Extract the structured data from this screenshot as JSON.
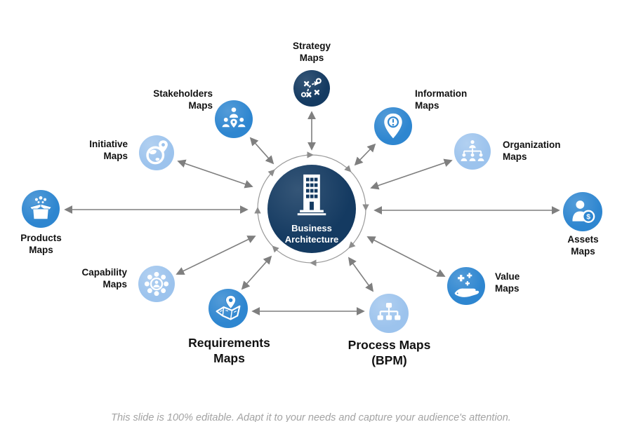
{
  "palette": {
    "navy": "#143a61",
    "medium_blue": "#2e86d0",
    "light_blue": "#9cc3ed",
    "arrow_gray": "#7f7f7f",
    "ring_gray": "#9a9a9a",
    "label_color": "#111111",
    "note_gray": "#a3a3a3",
    "background": "#ffffff"
  },
  "center": {
    "label": "Business\nArchitecture",
    "icon": "building-icon"
  },
  "nodes": [
    {
      "id": "strategy",
      "label": "Strategy\nMaps",
      "icon": "strategy-play-icon",
      "color": "navy"
    },
    {
      "id": "stakeholders",
      "label": "Stakeholders\nMaps",
      "icon": "people-pin-icon",
      "color": "medium_blue"
    },
    {
      "id": "initiative",
      "label": "Initiative\nMaps",
      "icon": "globe-pin-icon",
      "color": "light_blue"
    },
    {
      "id": "products",
      "label": "Products\nMaps",
      "icon": "open-box-icon",
      "color": "medium_blue"
    },
    {
      "id": "capability",
      "label": "Capability\nMaps",
      "icon": "person-network-icon",
      "color": "light_blue"
    },
    {
      "id": "requirements",
      "label": "Requirements\nMaps",
      "icon": "map-pin-icon",
      "color": "medium_blue"
    },
    {
      "id": "process",
      "label": "Process Maps\n(BPM)",
      "icon": "hierarchy-icon",
      "color": "light_blue"
    },
    {
      "id": "value",
      "label": "Value\nMaps",
      "icon": "hand-plus-icon",
      "color": "medium_blue"
    },
    {
      "id": "assets",
      "label": "Assets\nMaps",
      "icon": "person-dollar-icon",
      "color": "medium_blue"
    },
    {
      "id": "organization",
      "label": "Organization\nMaps",
      "icon": "org-chart-people-icon",
      "color": "light_blue"
    },
    {
      "id": "information",
      "label": "Information\nMaps",
      "icon": "info-pin-icon",
      "color": "medium_blue"
    }
  ],
  "icons": {
    "dollar_sign": "$"
  },
  "footer": {
    "note": "This slide is 100% editable. Adapt it to your needs and capture your audience's attention."
  }
}
